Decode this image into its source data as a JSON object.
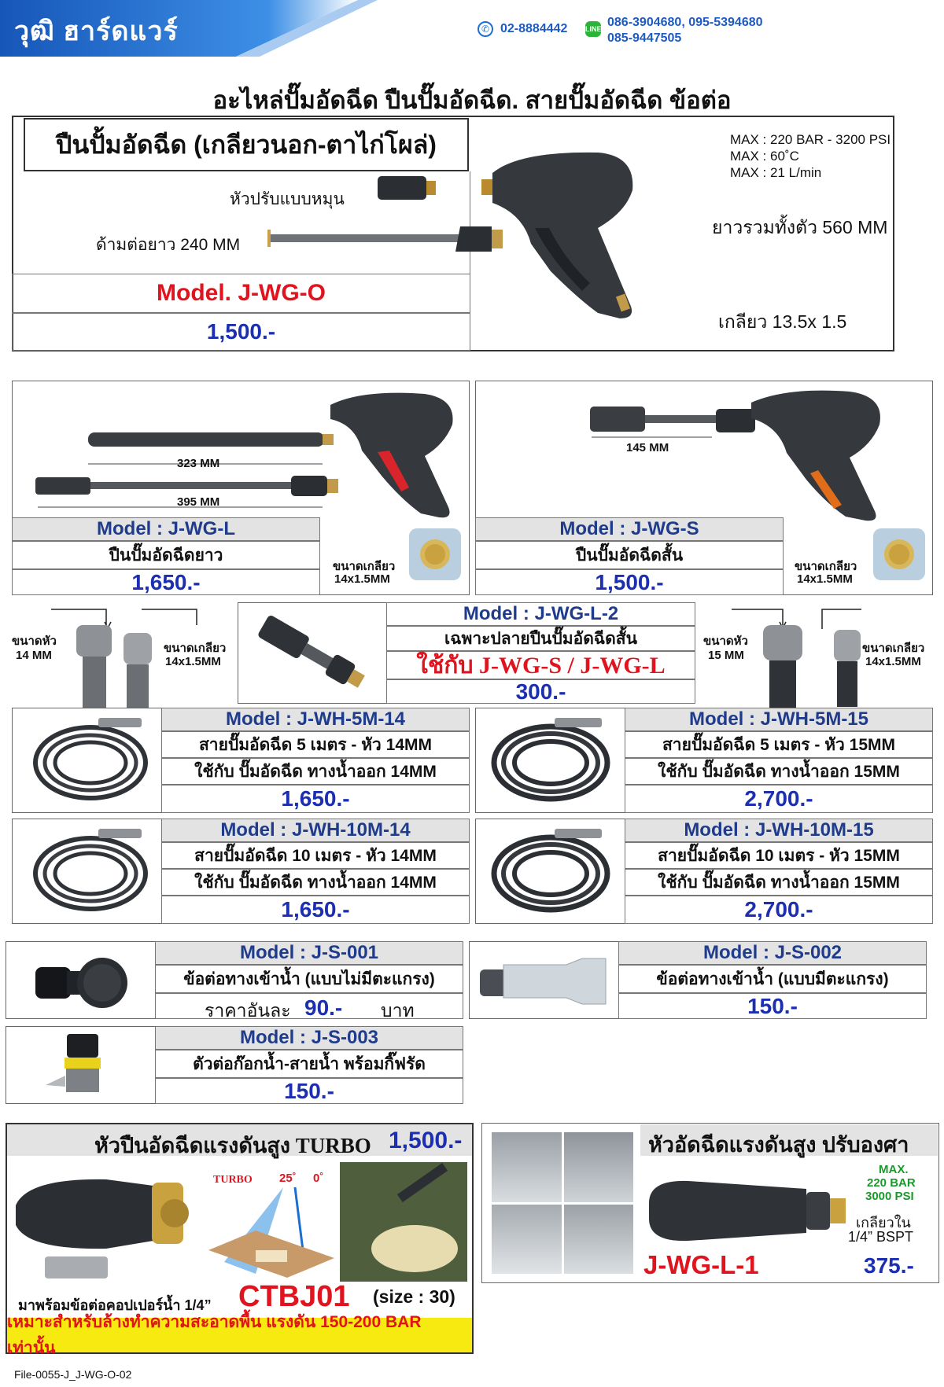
{
  "header": {
    "brand": "วุฒิ ฮาร์ดแวร์",
    "phone1": "02-8884442",
    "phone2": "086-3904680,  095-5394680",
    "phone3": "085-9447505"
  },
  "title": "อะไหล่ปั๊มอัดฉีด ปืนปั๊มอัดฉีด. สายปั๊มอัดฉีด ข้อต่อ",
  "main": {
    "heading": "ปืนปั้มอัดฉีด (เกลียวนอก-ตาไก่โผล่)",
    "spec1": "MAX : 220 BAR - 3200 PSI",
    "spec2": "MAX : 60˚C",
    "spec3": "MAX : 21 L/min",
    "label_nozzle": "หัวปรับแบบหมุน",
    "label_lance": "ด้ามต่อยาว 240 MM",
    "label_length": "ยาวรวมทั้งตัว 560 MM",
    "label_thread": "เกลียว 13.5x 1.5",
    "model": "Model. J-WG-O",
    "price": "1,500.-"
  },
  "wgl": {
    "dim1": "323 MM",
    "dim2": "395 MM",
    "model": "Model : J-WG-L",
    "desc": "ปืนปั๊มอัดฉีดยาว",
    "price": "1,650.-",
    "thread_label": "ขนาดเกลียว",
    "thread_value": "14x1.5MM"
  },
  "wgs": {
    "dim1": "145 MM",
    "model": "Model : J-WG-S",
    "desc": "ปืนปั๊มอัดฉีดสั้น",
    "price": "1,500.-",
    "thread_label": "ขนาดเกลียว",
    "thread_value": "14x1.5MM"
  },
  "wgl2": {
    "left_head_label": "ขนาดหัว",
    "left_head_value": "14 MM",
    "left_thread_label": "ขนาดเกลียว",
    "left_thread_value": "14x1.5MM",
    "model": "Model :  J-WG-L-2",
    "desc": "เฉพาะปลายปืนปั๊มอัดฉีดสั้น",
    "use": "ใช้กับ J-WG-S / J-WG-L",
    "price": "300.-",
    "right_head_label": "ขนาดหัว",
    "right_head_value": "15 MM",
    "right_thread_label": "ขนาดเกลียว",
    "right_thread_value": "14x1.5MM"
  },
  "hoses": [
    {
      "model": "Model : J-WH-5M-14",
      "desc": "สายปั๊มอัดฉีด 5 เมตร - หัว 14MM",
      "use": "ใช้กับ ปั๊มอัดฉีด ทางน้ำออก 14MM",
      "price": "1,650.-"
    },
    {
      "model": "Model : J-WH-5M-15",
      "desc": "สายปั๊มอัดฉีด 5 เมตร - หัว 15MM",
      "use": "ใช้กับ ปั๊มอัดฉีด ทางน้ำออก 15MM",
      "price": "2,700.-"
    },
    {
      "model": "Model : J-WH-10M-14",
      "desc": "สายปั๊มอัดฉีด 10 เมตร - หัว 14MM",
      "use": "ใช้กับ ปั๊มอัดฉีด ทางน้ำออก 14MM",
      "price": "1,650.-"
    },
    {
      "model": "Model : J-WH-10M-15",
      "desc": "สายปั๊มอัดฉีด 10 เมตร - หัว 15MM",
      "use": "ใช้กับ ปั๊มอัดฉีด ทางน้ำออก 15MM",
      "price": "2,700.-"
    }
  ],
  "s001": {
    "model": "Model : J-S-001",
    "desc": "ข้อต่อทางเข้าน้ำ (แบบไม่มีตะแกรง)",
    "price_label": "ราคาอันละ",
    "price": "90.-",
    "unit": "บาท"
  },
  "s002": {
    "model": "Model : J-S-002",
    "desc": "ข้อต่อทางเข้าน้ำ (แบบมีตะแกรง)",
    "price": "150.-"
  },
  "s003": {
    "model": "Model : J-S-003",
    "desc": "ตัวต่อก๊อกน้ำ-สายน้ำ พร้อมกิ๊ฟรัด",
    "price": "150.-"
  },
  "turbo": {
    "title": "หัวปืนอัดฉีดแรงดันสูง TURBO",
    "price": "1,500.-",
    "label_turbo": "TURBO",
    "angle1": "25˚",
    "angle2": "0˚",
    "caption": "มาพร้อมข้อต่อคอปเปอร์น้ำ 1/4”",
    "model": "CTBJ01",
    "size": "(size : 30)",
    "note": "เหมาะสำหรับล้างทำความสะอาดพื้น แรงดัน 150-200 BAR เท่านั้น"
  },
  "wgl1": {
    "title": "หัวอัดฉีดแรงดันสูง ปรับองศา",
    "max1": "MAX.",
    "max2": "220 BAR",
    "max3": "3000 PSI",
    "thread1": "เกลียวใน",
    "thread2": "1/4” BSPT",
    "model": "J-WG-L-1",
    "price": "375.-"
  },
  "footer": "File-0055-J_J-WG-O-02",
  "colors": {
    "accent_red": "#e0141e",
    "price_blue": "#1c2fb0",
    "model_blue": "#1f3b8c",
    "banner_blue": "#1e6fd0",
    "green": "#1a9a2a"
  }
}
